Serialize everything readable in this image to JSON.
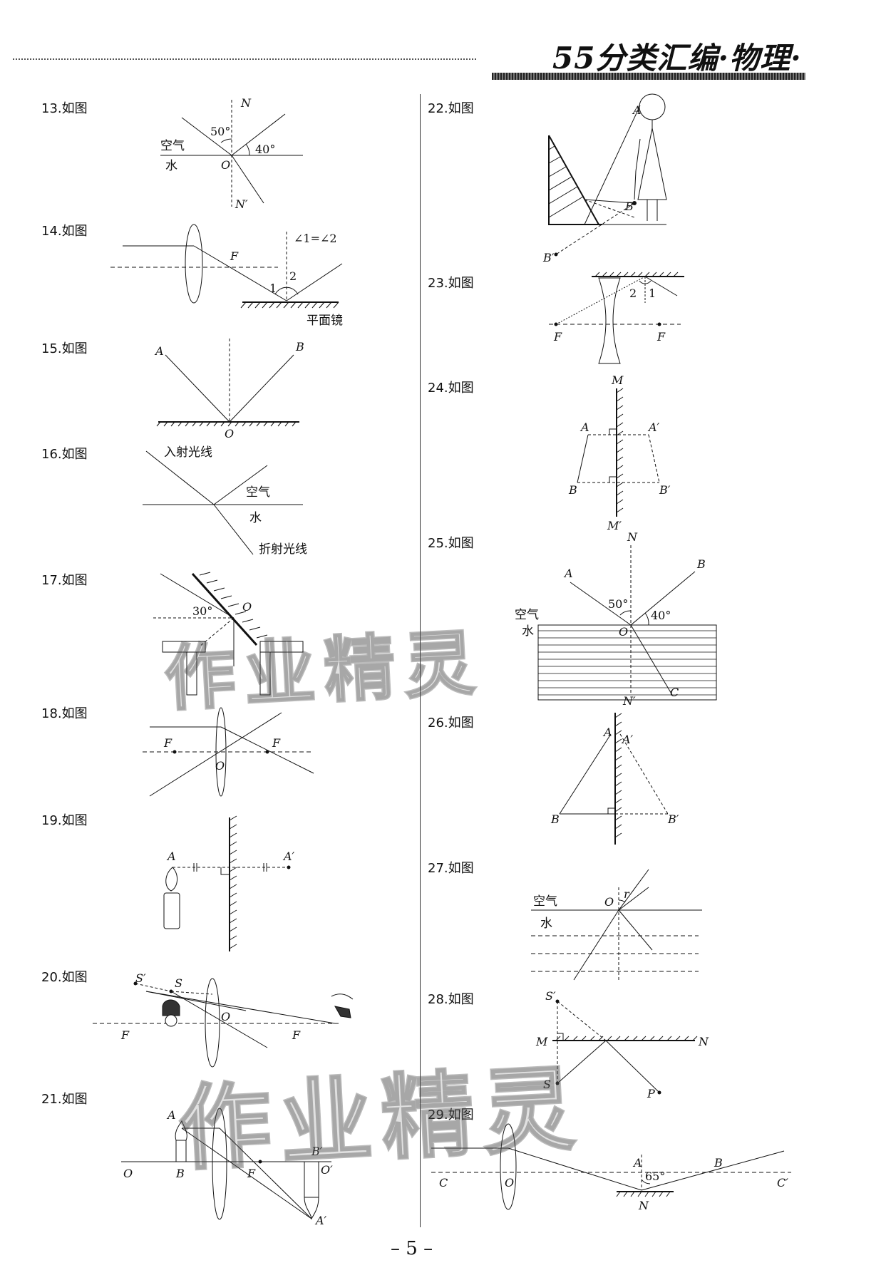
{
  "header": {
    "title": "55分类汇编·物理·"
  },
  "questions": [
    {
      "num": "13.",
      "label": "如图"
    },
    {
      "num": "14.",
      "label": "如图"
    },
    {
      "num": "15.",
      "label": "如图"
    },
    {
      "num": "16.",
      "label": "如图"
    },
    {
      "num": "17.",
      "label": "如图"
    },
    {
      "num": "18.",
      "label": "如图"
    },
    {
      "num": "19.",
      "label": "如图"
    },
    {
      "num": "20.",
      "label": "如图"
    },
    {
      "num": "21.",
      "label": "如图"
    },
    {
      "num": "22.",
      "label": "如图"
    },
    {
      "num": "23.",
      "label": "如图"
    },
    {
      "num": "24.",
      "label": "如图"
    },
    {
      "num": "25.",
      "label": "如图"
    },
    {
      "num": "26.",
      "label": "如图"
    },
    {
      "num": "27.",
      "label": "如图"
    },
    {
      "num": "28.",
      "label": "如图"
    },
    {
      "num": "29.",
      "label": "如图"
    }
  ],
  "figures": {
    "q13": {
      "n": "N",
      "n_prime": "N′",
      "o": "O",
      "air": "空气",
      "water": "水",
      "angle1": "50°",
      "angle2": "40°"
    },
    "q14": {
      "f": "F",
      "relation": "∠1=∠2",
      "a1": "1",
      "a2": "2",
      "mirror": "平面镜"
    },
    "q15": {
      "a": "A",
      "b": "B",
      "o": "O"
    },
    "q16": {
      "incident": "入射光线",
      "air": "空气",
      "water": "水",
      "refracted": "折射光线"
    },
    "q17": {
      "angle": "30°",
      "o": "O"
    },
    "q18": {
      "f1": "F",
      "f2": "F",
      "o": "O"
    },
    "q19": {
      "a": "A",
      "a_prime": "A′"
    },
    "q20": {
      "s_prime": "S′",
      "s": "S",
      "o": "O",
      "f1": "F",
      "f2": "F"
    },
    "q21": {
      "a": "A",
      "o": "O",
      "b": "B",
      "f": "F",
      "b_prime": "B′",
      "o_prime": "O′",
      "a_prime": "A′"
    },
    "q22": {
      "a": "A",
      "b": "B",
      "b_prime": "B′"
    },
    "q23": {
      "a2": "2",
      "a1": "1",
      "f1": "F",
      "f2": "F"
    },
    "q24": {
      "m": "M",
      "a": "A",
      "a_prime": "A′",
      "b": "B",
      "b_prime": "B′",
      "m_prime": "M′"
    },
    "q25": {
      "n": "N",
      "a": "A",
      "b": "B",
      "angle1": "50°",
      "angle2": "40°",
      "air": "空气",
      "water": "水",
      "o": "O",
      "n_prime": "N′",
      "c": "C"
    },
    "q26": {
      "a": "A",
      "a_prime": "A′",
      "b": "B",
      "b_prime": "B′"
    },
    "q27": {
      "o": "O",
      "r": "r",
      "air": "空气",
      "water": "水"
    },
    "q28": {
      "s_prime": "S′",
      "m": "M",
      "n": "N",
      "s": "S",
      "p": "P"
    },
    "q29": {
      "a": "A",
      "b": "B",
      "c": "C",
      "c_prime": "C′",
      "o": "O",
      "angle": "65°",
      "n": "N"
    }
  },
  "watermark": "作业精灵",
  "footer": {
    "page_number": "– 5 –"
  }
}
